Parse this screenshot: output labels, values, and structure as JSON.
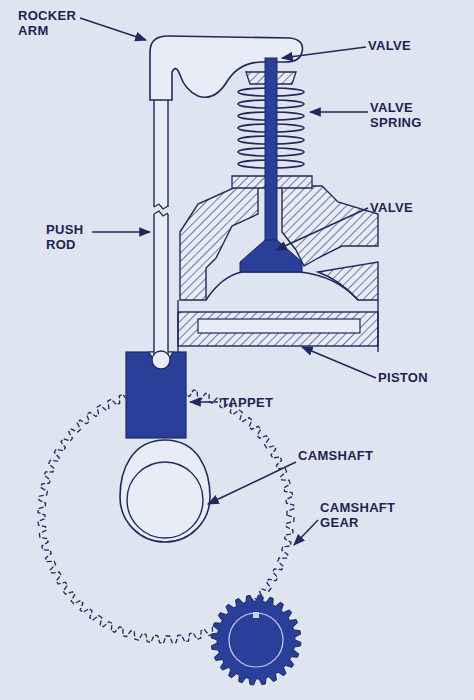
{
  "diagram": {
    "labels": [
      "ROCKER ARM",
      "VALVE",
      "VALVE SPRING",
      "VALVE",
      "PUSH ROD",
      "TAPPET",
      "PISTON",
      "CAMSHAFT",
      "CAMSHAFT GEAR"
    ]
  }
}
